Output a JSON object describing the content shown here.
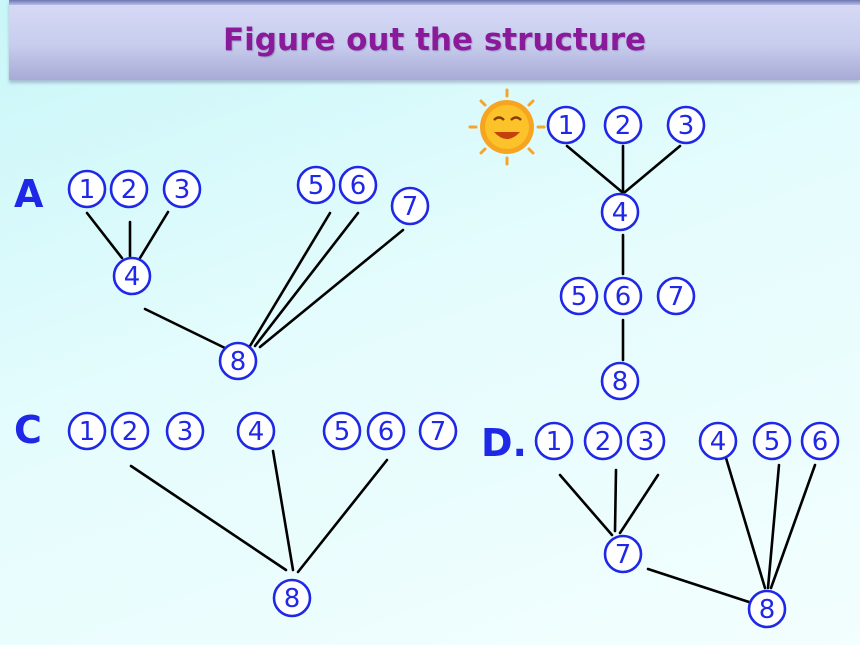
{
  "title": "Figure out the structure",
  "labels": {
    "a": "A",
    "c": "C",
    "d": "D",
    "d_dot": "."
  },
  "panel_a": {
    "n1": "1",
    "n2": "2",
    "n3": "3",
    "n4": "4",
    "n5": "5",
    "n6": "6",
    "n7": "7",
    "n8": "8"
  },
  "panel_b": {
    "n1": "1",
    "n2": "2",
    "n3": "3",
    "n4": "4",
    "n5": "5",
    "n6": "6",
    "n7": "7",
    "n8": "8"
  },
  "panel_c": {
    "n1": "1",
    "n2": "2",
    "n3": "3",
    "n4": "4",
    "n5": "5",
    "n6": "6",
    "n7": "7",
    "n8": "8"
  },
  "panel_d": {
    "n1": "1",
    "n2": "2",
    "n3": "3",
    "n4": "4",
    "n5": "5",
    "n6": "6",
    "n7": "7",
    "n8": "8"
  },
  "icons": {
    "answer_marker": "smiling-sun-icon"
  },
  "colors": {
    "title": "#8b1a9a",
    "numbers": "#1e28e6",
    "lines": "#000000"
  }
}
